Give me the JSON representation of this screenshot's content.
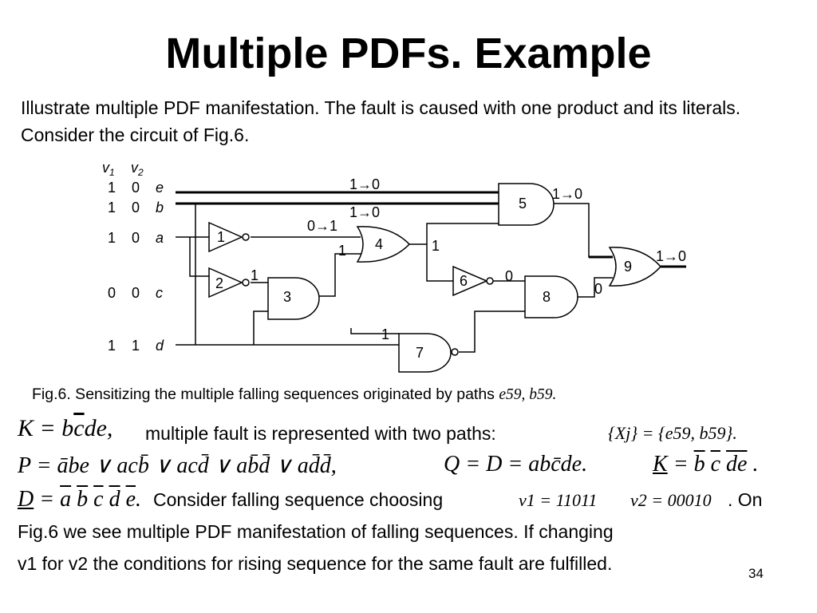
{
  "slide": {
    "title": "Multiple PDFs. Example",
    "intro": "Illustrate multiple PDF manifestation.  The fault is caused with one product and its literals. Consider the circuit of Fig.6.",
    "caption_text": "Fig.6. Sensitizing the multiple falling sequences originated by paths",
    "caption_paths": "e59, b59.",
    "slide_number": "34"
  },
  "circuit": {
    "vector_headers": [
      "v1",
      "v2"
    ],
    "inputs": [
      {
        "name": "e",
        "v1": "1",
        "v2": "0"
      },
      {
        "name": "b",
        "v1": "1",
        "v2": "0"
      },
      {
        "name": "a",
        "v1": "1",
        "v2": "0"
      },
      {
        "name": "c",
        "v1": "0",
        "v2": "0"
      },
      {
        "name": "d",
        "v1": "1",
        "v2": "1"
      }
    ],
    "gates": [
      "1",
      "2",
      "3",
      "4",
      "5",
      "6",
      "7",
      "8",
      "9"
    ],
    "signals": {
      "e_line": "1→0",
      "b_line": "1→0",
      "gate5_out": "1→0",
      "gate1_out": "0→1",
      "gate3_to_4": "1",
      "gate4_out": "1",
      "gate2_out": "1",
      "gate6_out": "0",
      "gate8_out": "0",
      "gate7_in": "1",
      "gate9_out": "1→0"
    }
  },
  "body": {
    "line1_text": "multiple fault is represented with two paths:",
    "line1_set": "{Xj} = {e59, b59}.",
    "line2_P": "P = ābe ∨ acb̄ ∨ acd̄ ∨ ab̄d̄ ∨ ad̄d̄,",
    "line2_Q": "Q = D = abc̄de.",
    "line3_text": "Consider falling sequence choosing",
    "line3_v1": "v1 = 11011",
    "line3_v2": "v2 = 00010",
    "line3_tail": ". On",
    "line4": "Fig.6 we see multiple PDF manifestation of falling sequences. If changing",
    "line5": "v1 for v2 the conditions for rising sequence for the same fault are fulfilled."
  }
}
